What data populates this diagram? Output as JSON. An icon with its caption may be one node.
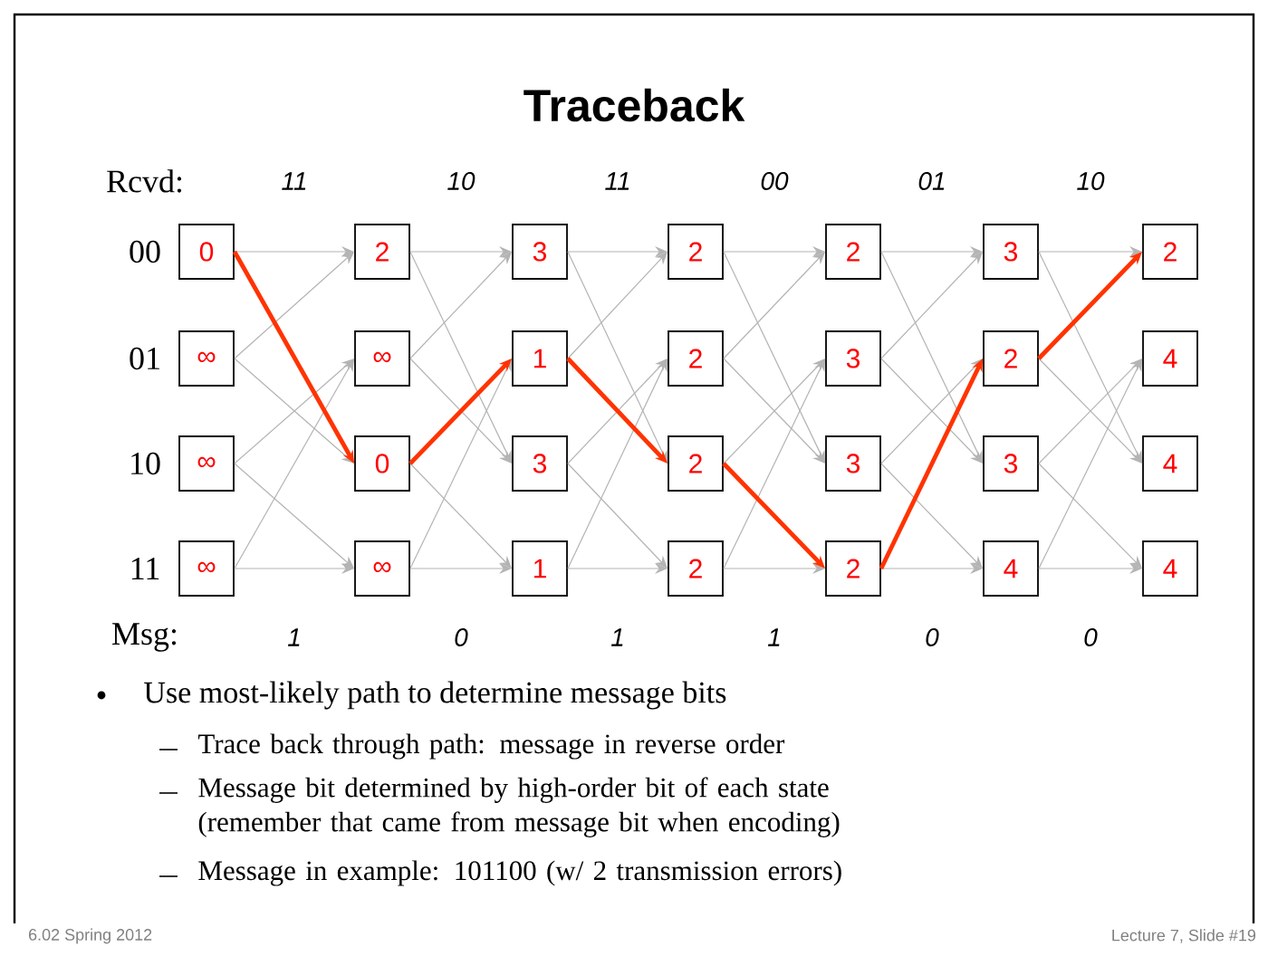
{
  "diagram": {
    "title": "Traceback",
    "nodes": [
      {
        "text": [
          "0"
        ]
      },
      {
        "text": [
          "2"
        ]
      },
      {
        "text": [
          "3"
        ]
      },
      {
        "text": [
          "2"
        ]
      },
      {
        "text": [
          "2"
        ]
      },
      {
        "text": [
          "3"
        ]
      },
      {
        "text": [
          "2"
        ]
      },
      {
        "text": [
          "∞"
        ]
      },
      {
        "text": [
          "∞"
        ]
      },
      {
        "text": [
          "1"
        ]
      },
      {
        "text": [
          "2"
        ]
      },
      {
        "text": [
          "3"
        ]
      },
      {
        "text": [
          "2"
        ]
      },
      {
        "text": [
          "4"
        ]
      },
      {
        "text": [
          "∞"
        ]
      },
      {
        "text": [
          "0"
        ]
      },
      {
        "text": [
          "3"
        ]
      },
      {
        "text": [
          "2"
        ]
      },
      {
        "text": [
          "3"
        ]
      },
      {
        "text": [
          "3"
        ]
      },
      {
        "text": [
          "4"
        ]
      },
      {
        "text": [
          "∞"
        ]
      },
      {
        "text": [
          "∞"
        ]
      },
      {
        "text": [
          "1"
        ]
      },
      {
        "text": [
          "2"
        ]
      },
      {
        "text": [
          "2"
        ]
      },
      {
        "text": [
          "4"
        ]
      },
      {
        "text": [
          "4"
        ]
      }
    ],
    "edges": [
      {
        "from": 0,
        "to": 1,
        "arrow": "to"
      },
      {
        "from": 0,
        "to": 15,
        "arrow": "to",
        "style": "thick",
        "color": "#ff3300"
      },
      {
        "from": 7,
        "to": 1,
        "arrow": "to"
      },
      {
        "from": 7,
        "to": 15,
        "arrow": "to"
      },
      {
        "from": 14,
        "to": 8,
        "arrow": "to"
      },
      {
        "from": 14,
        "to": 22,
        "arrow": "to"
      },
      {
        "from": 21,
        "to": 8,
        "arrow": "to"
      },
      {
        "from": 21,
        "to": 22,
        "arrow": "to"
      },
      {
        "from": 1,
        "to": 2,
        "arrow": "to"
      },
      {
        "from": 1,
        "to": 16,
        "arrow": "to"
      },
      {
        "from": 8,
        "to": 2,
        "arrow": "to"
      },
      {
        "from": 8,
        "to": 16,
        "arrow": "to"
      },
      {
        "from": 15,
        "to": 9,
        "arrow": "to",
        "style": "thick",
        "color": "#ff3300"
      },
      {
        "from": 15,
        "to": 23,
        "arrow": "to"
      },
      {
        "from": 22,
        "to": 9,
        "arrow": "to"
      },
      {
        "from": 22,
        "to": 23,
        "arrow": "to"
      },
      {
        "from": 2,
        "to": 3,
        "arrow": "to"
      },
      {
        "from": 2,
        "to": 17,
        "arrow": "to"
      },
      {
        "from": 9,
        "to": 3,
        "arrow": "to"
      },
      {
        "from": 9,
        "to": 17,
        "arrow": "to",
        "style": "thick",
        "color": "#ff3300"
      },
      {
        "from": 16,
        "to": 10,
        "arrow": "to"
      },
      {
        "from": 16,
        "to": 24,
        "arrow": "to"
      },
      {
        "from": 23,
        "to": 10,
        "arrow": "to"
      },
      {
        "from": 23,
        "to": 24,
        "arrow": "to"
      },
      {
        "from": 3,
        "to": 4,
        "arrow": "to"
      },
      {
        "from": 3,
        "to": 18,
        "arrow": "to"
      },
      {
        "from": 10,
        "to": 4,
        "arrow": "to"
      },
      {
        "from": 10,
        "to": 18,
        "arrow": "to"
      },
      {
        "from": 17,
        "to": 11,
        "arrow": "to"
      },
      {
        "from": 17,
        "to": 25,
        "arrow": "to",
        "style": "thick",
        "color": "#ff3300"
      },
      {
        "from": 24,
        "to": 11,
        "arrow": "to"
      },
      {
        "from": 24,
        "to": 25,
        "arrow": "to"
      },
      {
        "from": 4,
        "to": 5,
        "arrow": "to"
      },
      {
        "from": 4,
        "to": 19,
        "arrow": "to"
      },
      {
        "from": 11,
        "to": 5,
        "arrow": "to"
      },
      {
        "from": 11,
        "to": 19,
        "arrow": "to"
      },
      {
        "from": 18,
        "to": 12,
        "arrow": "to"
      },
      {
        "from": 18,
        "to": 26,
        "arrow": "to"
      },
      {
        "from": 25,
        "to": 12,
        "arrow": "to",
        "style": "thick",
        "color": "#ff3300"
      },
      {
        "from": 25,
        "to": 26,
        "arrow": "to"
      },
      {
        "from": 5,
        "to": 6,
        "arrow": "to"
      },
      {
        "from": 5,
        "to": 20,
        "arrow": "to"
      },
      {
        "from": 12,
        "to": 6,
        "arrow": "to",
        "style": "thick",
        "color": "#ff3300"
      },
      {
        "from": 12,
        "to": 20,
        "arrow": "to"
      },
      {
        "from": 19,
        "to": 13,
        "arrow": "to"
      },
      {
        "from": 19,
        "to": 27,
        "arrow": "to"
      },
      {
        "from": 26,
        "to": 13,
        "arrow": "to"
      },
      {
        "from": 26,
        "to": 27,
        "arrow": "to"
      }
    ],
    "labels": [
      "Rcvd:",
      "11",
      "10",
      "11",
      "00",
      "01",
      "10",
      "00",
      "01",
      "10",
      "11",
      "Msg:",
      "1",
      "0",
      "1",
      "1",
      "0",
      "0",
      "Use most-likely path to determine message bits",
      "Trace back through path: message in reverse order",
      "Message bit determined by high-order bit of each state (remember that came from message bit when encoding)",
      "Message in example: 101100 (w/ 2 transmission errors)",
      "6.02 Spring 2012",
      "Lecture 7, Slide #19"
    ]
  }
}
